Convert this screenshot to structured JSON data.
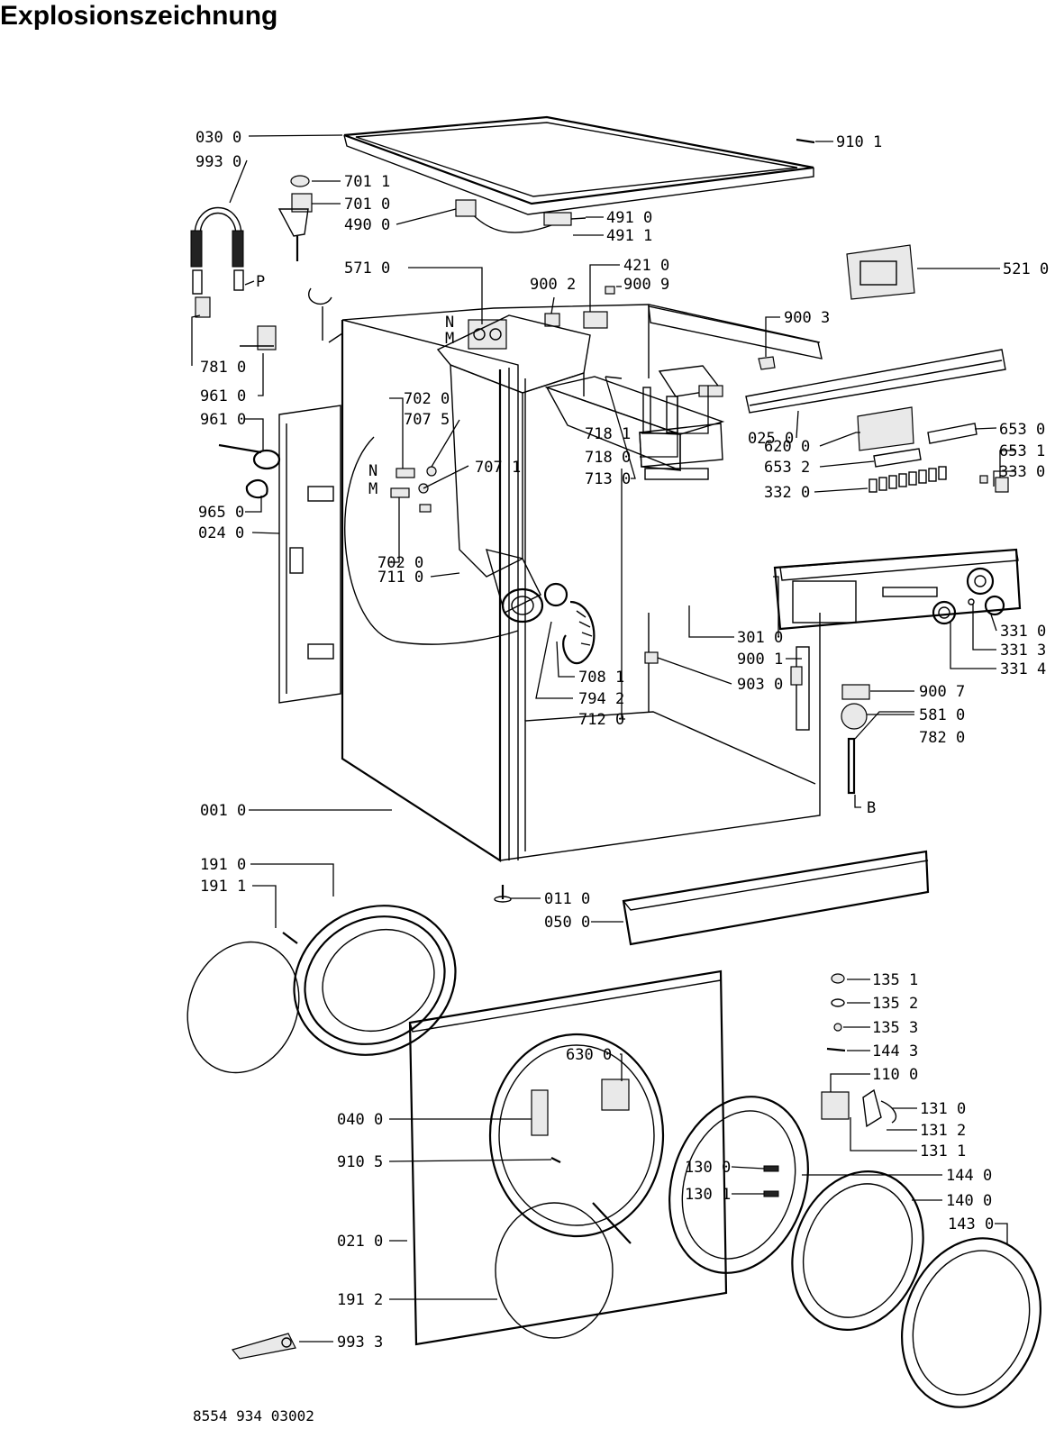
{
  "title": "Explosionszeichnung",
  "document_number": "8554 934 03002",
  "part_labels": [
    "030 0",
    "993 0",
    "701 1",
    "701 0",
    "490 0",
    "491 0",
    "491 1",
    "910 1",
    "571 0",
    "421 0",
    "900 2",
    "900 9",
    "521 0",
    "900 3",
    "P",
    "N",
    "M",
    "781 0",
    "961 0",
    "961 0",
    "025 0",
    "702 0",
    "707 5",
    "707 1",
    "718 1",
    "718 0",
    "713 0",
    "653 0",
    "653 1",
    "620 0",
    "333 0",
    "653 2",
    "332 0",
    "N",
    "M",
    "965 0",
    "024 0",
    "702 0",
    "711 0",
    "301 0",
    "900 1",
    "903 0",
    "331 0",
    "331 3",
    "331 4",
    "708 1",
    "794 2",
    "712 0",
    "900 7",
    "581 0",
    "782 0",
    "B",
    "001 0",
    "191 0",
    "191 1",
    "011 0",
    "050 0",
    "135 1",
    "135 2",
    "135 3",
    "144 3",
    "630 0",
    "110 0",
    "040 0",
    "131 0",
    "131 2",
    "131 1",
    "910 5",
    "130 0",
    "144 0",
    "130 1",
    "140 0",
    "021 0",
    "143 0",
    "191 2",
    "993 3"
  ]
}
